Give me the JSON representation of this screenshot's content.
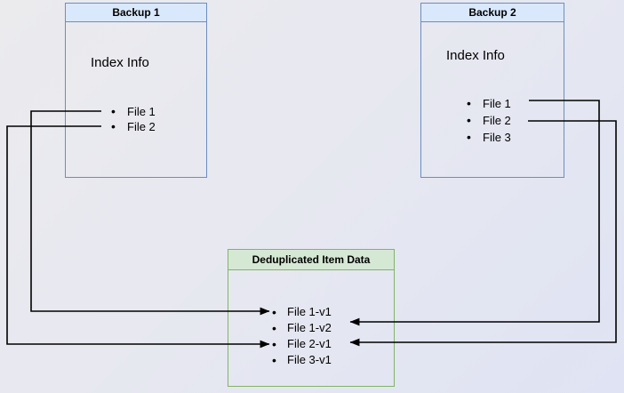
{
  "colors": {
    "blue_fill": "#dae8fc",
    "blue_border": "#6c8ebf",
    "green_fill": "#d5e8d4",
    "green_border": "#82b366",
    "line": "#000000"
  },
  "diagram": {
    "backup1": {
      "title": "Backup 1",
      "index_label": "Index Info",
      "files": [
        "File 1",
        "File 2"
      ]
    },
    "backup2": {
      "title": "Backup 2",
      "index_label": "Index Info",
      "files": [
        "File 1",
        "File 2",
        "File 3"
      ]
    },
    "dedup": {
      "title": "Deduplicated Item Data",
      "items": [
        "File 1-v1",
        "File 1-v2",
        "File 2-v1",
        "File 3-v1"
      ]
    },
    "edges": [
      {
        "from": "Backup 1 / File 1",
        "to": "Deduplicated Item Data / File 1-v1"
      },
      {
        "from": "Backup 1 / File 2",
        "to": "Deduplicated Item Data / File 2-v1"
      },
      {
        "from": "Backup 2 / File 1",
        "to": "Deduplicated Item Data / File 1-v2"
      },
      {
        "from": "Backup 2 / File 2",
        "to": "Deduplicated Item Data / File 2-v1"
      }
    ]
  }
}
